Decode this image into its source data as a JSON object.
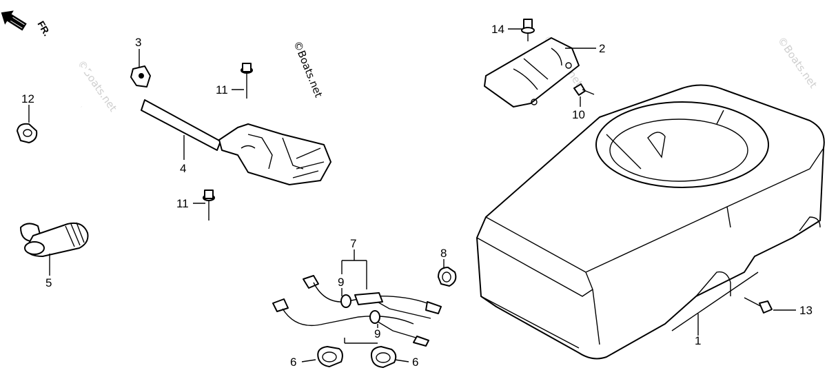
{
  "diagram": {
    "direction_marker": "FR.",
    "watermarks": [
      "©Boats.net",
      "©Boats.net",
      "©Boats.net",
      "©Boats.net"
    ],
    "callouts": [
      {
        "id": "1",
        "label": "1"
      },
      {
        "id": "2",
        "label": "2"
      },
      {
        "id": "3",
        "label": "3"
      },
      {
        "id": "4",
        "label": "4"
      },
      {
        "id": "5",
        "label": "5"
      },
      {
        "id": "6a",
        "label": "6"
      },
      {
        "id": "6b",
        "label": "6"
      },
      {
        "id": "7",
        "label": "7"
      },
      {
        "id": "8",
        "label": "8"
      },
      {
        "id": "9a",
        "label": "9"
      },
      {
        "id": "9b",
        "label": "9"
      },
      {
        "id": "10",
        "label": "10"
      },
      {
        "id": "11a",
        "label": "11"
      },
      {
        "id": "11b",
        "label": "11"
      },
      {
        "id": "12",
        "label": "12"
      },
      {
        "id": "13",
        "label": "13"
      },
      {
        "id": "14",
        "label": "14"
      }
    ]
  }
}
